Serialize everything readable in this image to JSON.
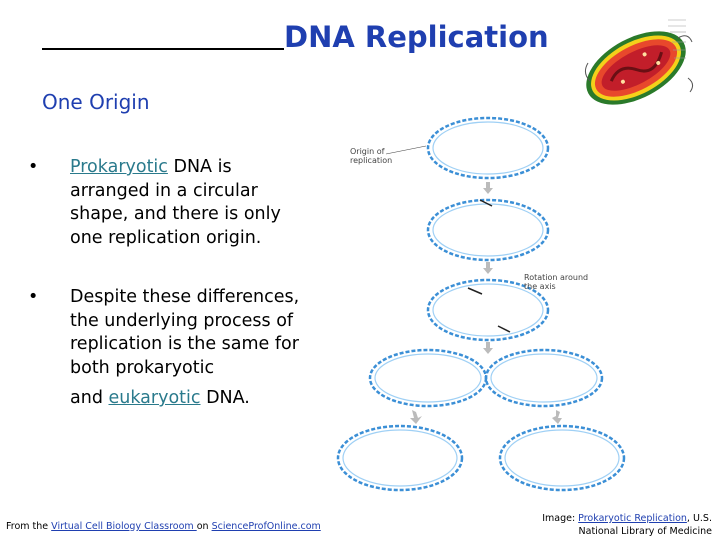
{
  "slide": {
    "title": "DNA Replication",
    "subtitle": "One Origin",
    "bullets": [
      {
        "link": "Prokaryotic",
        "text": " DNA is arranged in a circular shape, and there is only one replication origin."
      },
      {
        "text_a": "Despite these differences, the underlying process of replication is the same for both prokaryotic",
        "text_b": "and ",
        "link": "eukaryotic",
        "text_c": " DNA."
      }
    ]
  },
  "diagram": {
    "label_origin": "Origin of replication",
    "label_rotation": "Rotation around the axis"
  },
  "footer": {
    "left_prefix": "From the ",
    "left_link1": "Virtual Cell Biology Classroom ",
    "left_mid": "on ",
    "left_link2": "ScienceProfOnline.com",
    "right_prefix": "Image: ",
    "right_link": "Prokaryotic Replication",
    "right_suffix": ", U.S.",
    "right_line2": "National Library of Medicine"
  },
  "colors": {
    "title": "#1f3fb0",
    "link": "#2a7a8c",
    "dna_strand": "#3b8fd6"
  }
}
